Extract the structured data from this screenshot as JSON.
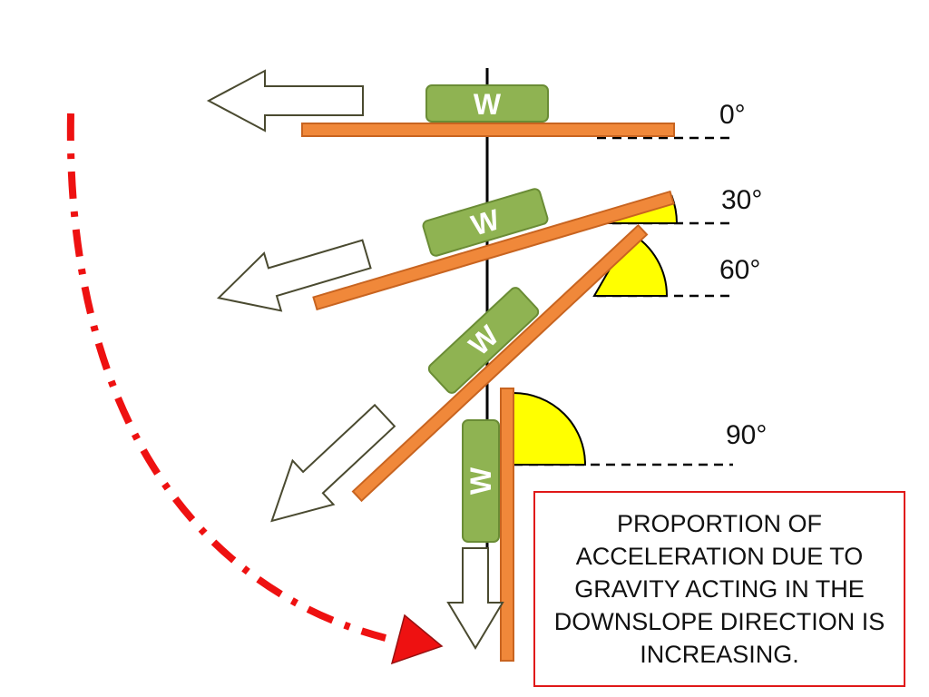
{
  "block_label": "W",
  "angles": [
    {
      "label": "0°",
      "degrees": 0
    },
    {
      "label": "30°",
      "degrees": 30
    },
    {
      "label": "60°",
      "degrees": 60
    },
    {
      "label": "90°",
      "degrees": 90
    }
  ],
  "caption": "PROPORTION OF ACCELERATION DUE TO GRAVITY ACTING IN THE DOWNSLOPE DIRECTION IS INCREASING.",
  "colors": {
    "plank": "#f0883a",
    "plank_edge": "#c86420",
    "block": "#8fb352",
    "block_edge": "#6a8c35",
    "angle_fill": "#ffff00",
    "arc_arrow": "#ee1111",
    "caption_border": "#e01818"
  }
}
